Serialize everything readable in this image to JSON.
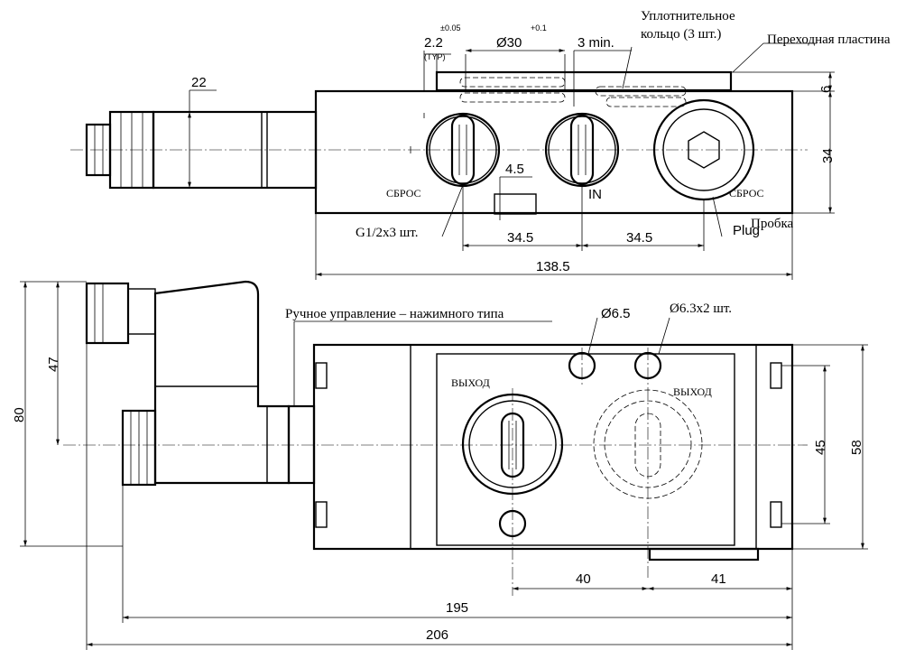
{
  "labels": {
    "seal_ring_1": "Уплотнительное",
    "seal_ring_2": "кольцо (3 шт.)",
    "adapter_plate": "Переходная пластина",
    "reset_left": "СБРОС",
    "reset_right": "СБРОС",
    "in_port": "IN",
    "plug_en": "Plug",
    "plug_ru": "Пробка",
    "thread": "G1/2x3 шт.",
    "manual_override": "Ручное управление – нажимного типа",
    "hole_d65": "Ø6.5",
    "holes_d63": "Ø6.3x2 шт.",
    "outlet_left": "ВЫХОД",
    "outlet_right": "ВЫХОД"
  },
  "dims": {
    "d22": "2.2",
    "d22_typ": "(TYP)",
    "tol_005": "±0.05",
    "d30": "Ø30",
    "tol_01": "+0.1",
    "min3": "3 min.",
    "d6": "6",
    "d34": "34",
    "d22b": "22",
    "d45": "4.5",
    "d345a": "34.5",
    "d345b": "34.5",
    "d1385": "138.5",
    "d47": "47",
    "d80": "80",
    "d45b": "45",
    "d58": "58",
    "d40": "40",
    "d41": "41",
    "d195": "195",
    "d206": "206"
  }
}
